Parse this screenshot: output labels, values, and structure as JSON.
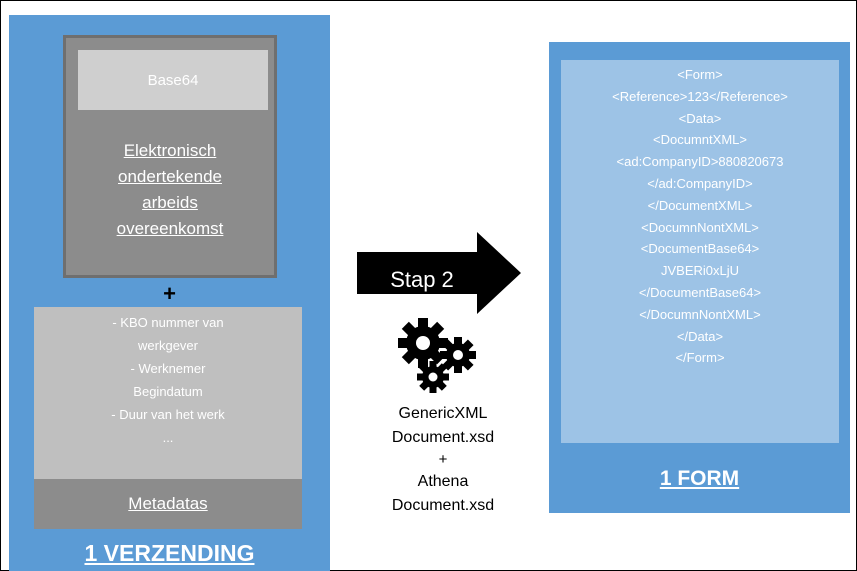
{
  "left": {
    "base64_label": "Base64",
    "document_lines": [
      "Elektronisch",
      "ondertekende",
      "arbeids",
      "overeenkomst"
    ],
    "plus": "+",
    "metadata_lines": [
      "- KBO nummer van",
      "werkgever",
      "- Werknemer",
      "Begindatum",
      "- Duur van het werk",
      "..."
    ],
    "metadata_label": "Metadatas",
    "caption": "1 VERZENDING"
  },
  "middle": {
    "arrow_label": "Stap 2",
    "icon": "gears-icon",
    "text_lines": [
      "GenericXML",
      "Document.xsd"
    ],
    "plus": "+",
    "text_lines_2": [
      "Athena",
      "Document.xsd"
    ]
  },
  "right": {
    "xml_lines": [
      "<Form>",
      "<Reference>123</Reference>",
      "<Data>",
      "<DocumntXML>",
      "<ad:CompanyID>880820673",
      "</ad:CompanyID>",
      "</DocumentXML>",
      "<DocumnNontXML>",
      "<DocumentBase64>",
      "JVBERi0xLjU",
      "</DocumentBase64>",
      "</DocumnNontXML>",
      "</Data>",
      "</Form>"
    ],
    "caption": "1 FORM"
  },
  "colors": {
    "panel_blue": "#5b9bd5",
    "xml_box_blue": "#9dc3e6",
    "doc_gray": "#8c8c8c",
    "meta_gray": "#bfbfbf",
    "arrow_black": "#000000"
  }
}
